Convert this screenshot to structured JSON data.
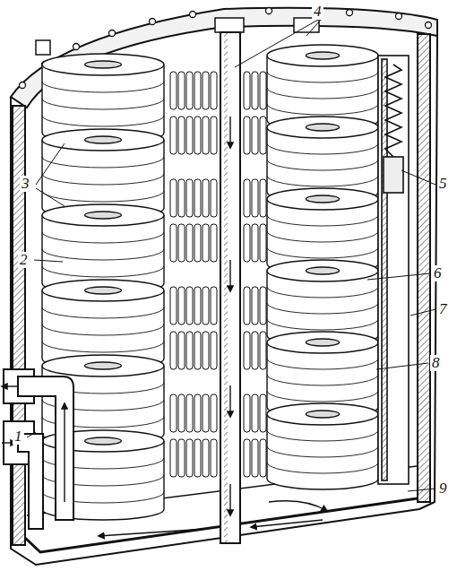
{
  "diagram": {
    "labels": [
      "4",
      "3",
      "5",
      "2",
      "6",
      "7",
      "1",
      "8",
      "9"
    ]
  }
}
